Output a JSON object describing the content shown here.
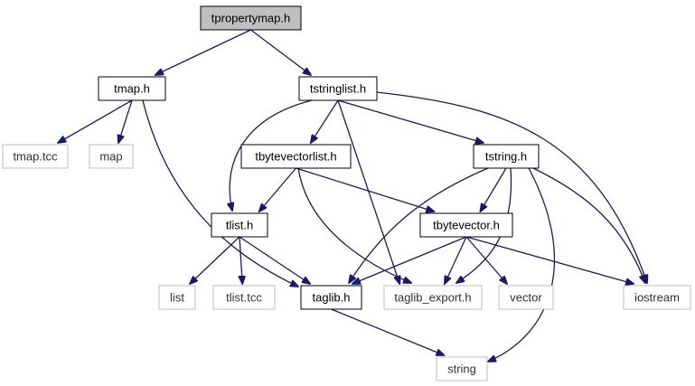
{
  "colors": {
    "edge": "#191970",
    "root_fill": "#bfbfbf",
    "header_border": "#000000",
    "external_border": "#bfbfbf",
    "background": "#ffffff"
  },
  "graph": {
    "nodes": [
      {
        "id": "tpropertymap",
        "label": "tpropertymap.h",
        "kind": "root"
      },
      {
        "id": "tmap",
        "label": "tmap.h",
        "kind": "header"
      },
      {
        "id": "tstringlist",
        "label": "tstringlist.h",
        "kind": "header"
      },
      {
        "id": "tmaptcc",
        "label": "tmap.tcc",
        "kind": "external"
      },
      {
        "id": "map",
        "label": "map",
        "kind": "external"
      },
      {
        "id": "tbytevectorlist",
        "label": "tbytevectorlist.h",
        "kind": "header"
      },
      {
        "id": "tstring",
        "label": "tstring.h",
        "kind": "header"
      },
      {
        "id": "tlist",
        "label": "tlist.h",
        "kind": "header"
      },
      {
        "id": "tbytevector",
        "label": "tbytevector.h",
        "kind": "header"
      },
      {
        "id": "list",
        "label": "list",
        "kind": "external"
      },
      {
        "id": "tlisttcc",
        "label": "tlist.tcc",
        "kind": "external"
      },
      {
        "id": "taglib",
        "label": "taglib.h",
        "kind": "header"
      },
      {
        "id": "taglibexport",
        "label": "taglib_export.h",
        "kind": "external"
      },
      {
        "id": "vector",
        "label": "vector",
        "kind": "external"
      },
      {
        "id": "iostream",
        "label": "iostream",
        "kind": "external"
      },
      {
        "id": "string",
        "label": "string",
        "kind": "external"
      }
    ],
    "edges": [
      {
        "from": "tpropertymap",
        "to": "tmap"
      },
      {
        "from": "tpropertymap",
        "to": "tstringlist"
      },
      {
        "from": "tmap",
        "to": "tmaptcc"
      },
      {
        "from": "tmap",
        "to": "map"
      },
      {
        "from": "tmap",
        "to": "taglib"
      },
      {
        "from": "tstringlist",
        "to": "tlist"
      },
      {
        "from": "tstringlist",
        "to": "tbytevectorlist"
      },
      {
        "from": "tstringlist",
        "to": "taglibexport"
      },
      {
        "from": "tstringlist",
        "to": "tstring"
      },
      {
        "from": "tstringlist",
        "to": "iostream"
      },
      {
        "from": "tbytevectorlist",
        "to": "tlist"
      },
      {
        "from": "tbytevectorlist",
        "to": "tbytevector"
      },
      {
        "from": "tbytevectorlist",
        "to": "taglibexport"
      },
      {
        "from": "tstring",
        "to": "tbytevector"
      },
      {
        "from": "tstring",
        "to": "taglib"
      },
      {
        "from": "tstring",
        "to": "taglibexport"
      },
      {
        "from": "tstring",
        "to": "string"
      },
      {
        "from": "tstring",
        "to": "iostream"
      },
      {
        "from": "tlist",
        "to": "list"
      },
      {
        "from": "tlist",
        "to": "tlisttcc"
      },
      {
        "from": "tlist",
        "to": "taglib"
      },
      {
        "from": "tbytevector",
        "to": "taglib"
      },
      {
        "from": "tbytevector",
        "to": "taglibexport"
      },
      {
        "from": "tbytevector",
        "to": "vector"
      },
      {
        "from": "tbytevector",
        "to": "iostream"
      },
      {
        "from": "taglib",
        "to": "string"
      }
    ]
  }
}
